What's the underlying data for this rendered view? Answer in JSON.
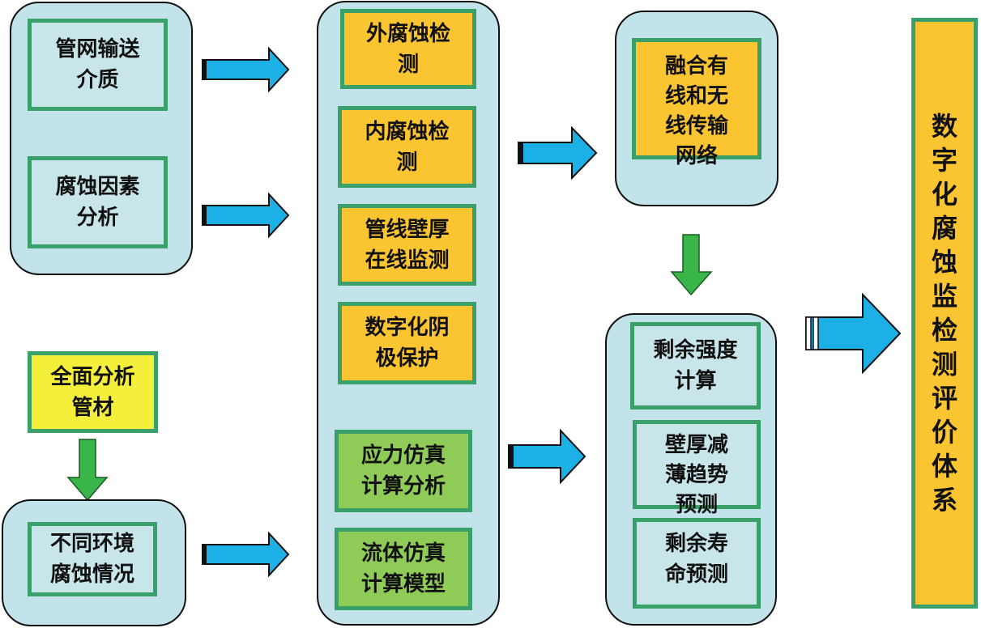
{
  "colors": {
    "group_bg": "#c3e3ea",
    "box_border": "#3aa06a",
    "orange": "#fbc531",
    "green_box": "#8fcb57",
    "yellow_box": "#f4ef3a",
    "blue_arrow": "#1cb0e6",
    "green_arrow": "#3ab54a"
  },
  "left_group": {
    "items": [
      "管网输送\n介质",
      "腐蚀因素\n分析"
    ]
  },
  "material_box": "全面分析\n管材",
  "env_group": {
    "items": [
      "不同环境\n腐蚀情况"
    ]
  },
  "middle_group": {
    "items": [
      "外腐蚀检\n测",
      "内腐蚀检\n测",
      "管线壁厚\n在线监测",
      "数字化阴\n极保护",
      "应力仿真\n计算分析",
      "流体仿真\n计算模型"
    ]
  },
  "network_group": {
    "items": [
      "融合有\n线和无\n线传输\n网络"
    ]
  },
  "calc_group": {
    "items": [
      "剩余强度\n计算",
      "壁厚减\n薄趋势\n预测",
      "剩余寿\n命预测"
    ]
  },
  "final_box": "数字化腐蚀监检测评价体系",
  "arrows": {
    "blue": [
      "arrow-left-top",
      "arrow-left-mid",
      "arrow-env",
      "arrow-to-network",
      "arrow-to-calc",
      "arrow-to-final"
    ],
    "green": [
      "arrow-material-down",
      "arrow-network-down"
    ]
  }
}
